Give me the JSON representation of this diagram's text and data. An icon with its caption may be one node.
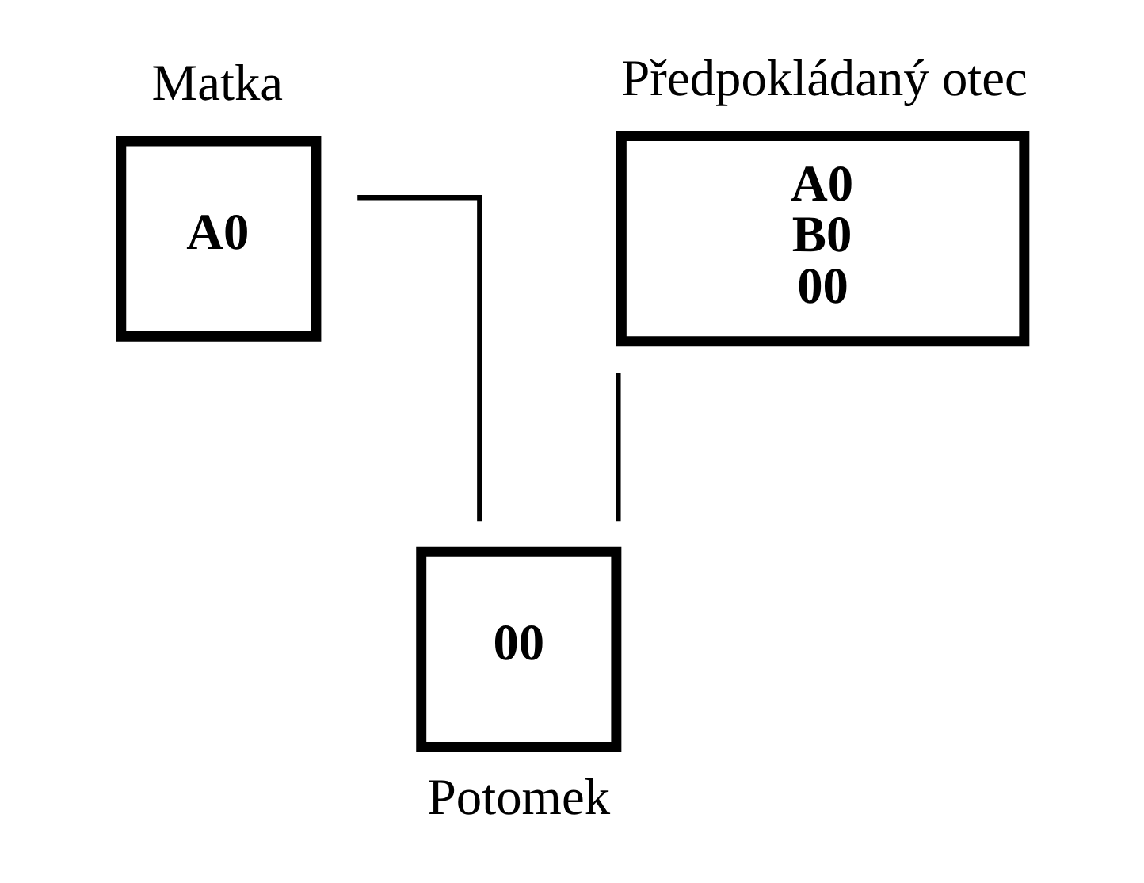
{
  "diagram": {
    "nodes": [
      {
        "text": [
          "A0"
        ],
        "beside": [
          "Matka"
        ]
      },
      {
        "text": [
          "A0",
          "B0",
          "00"
        ],
        "beside": [
          "Předpokládaný otec"
        ]
      },
      {
        "text": [
          "00"
        ],
        "beside": [
          "Potomek"
        ]
      }
    ],
    "edges": [
      {
        "from": 0,
        "to": 2,
        "arrow": "none"
      },
      {
        "from": 1,
        "to": 2,
        "arrow": "none"
      }
    ]
  }
}
